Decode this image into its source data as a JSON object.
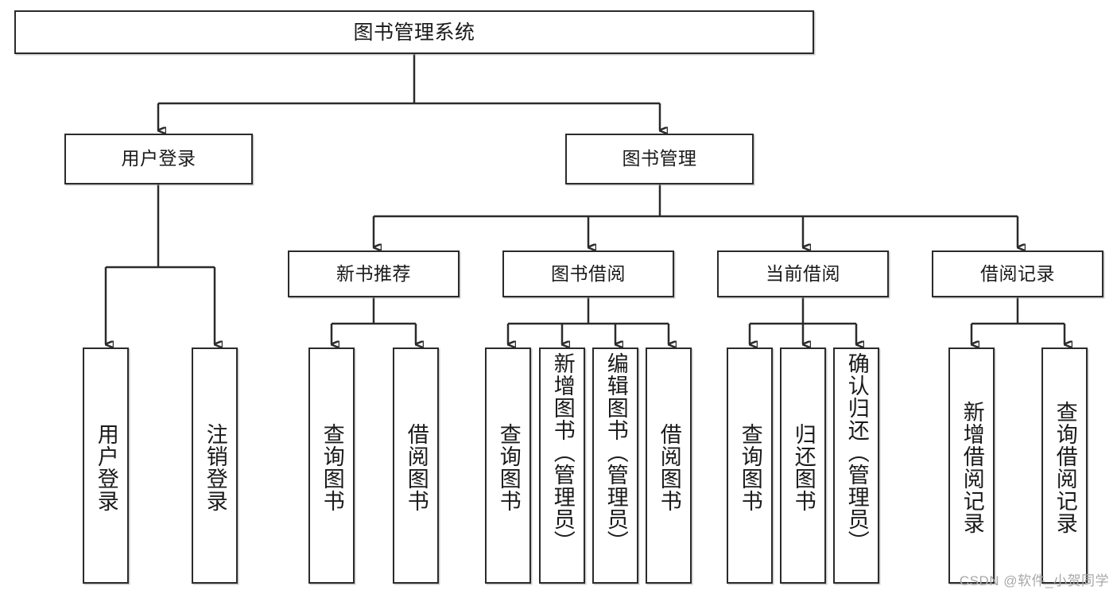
{
  "diagram": {
    "title": "图书管理系统",
    "type": "hierarchy-tree",
    "root": {
      "label": "图书管理系统"
    },
    "level2": [
      {
        "label": "用户登录"
      },
      {
        "label": "图书管理"
      }
    ],
    "level3": [
      {
        "label": "新书推荐"
      },
      {
        "label": "图书借阅"
      },
      {
        "label": "当前借阅"
      },
      {
        "label": "借阅记录"
      }
    ],
    "leaves": {
      "user_login": [
        {
          "label": "用户登录"
        },
        {
          "label": "注销登录"
        }
      ],
      "new_book_recommend": [
        {
          "label": "查询图书"
        },
        {
          "label": "借阅图书"
        }
      ],
      "book_borrow": [
        {
          "label": "查询图书"
        },
        {
          "label": "新增图书（管理员）"
        },
        {
          "label": "编辑图书（管理员）"
        },
        {
          "label": "借阅图书"
        }
      ],
      "current_borrow": [
        {
          "label": "查询图书"
        },
        {
          "label": "归还图书"
        },
        {
          "label": "确认归还（管理员）"
        }
      ],
      "borrow_record": [
        {
          "label": "新增借阅记录"
        },
        {
          "label": "查询借阅记录"
        }
      ]
    }
  },
  "watermark": {
    "text": "CSDN @软件_小贺同学"
  },
  "colors": {
    "stroke": "#2b2b2b",
    "background": "#ffffff",
    "text": "#1a1a1a",
    "watermark": "#a8a8a8"
  }
}
